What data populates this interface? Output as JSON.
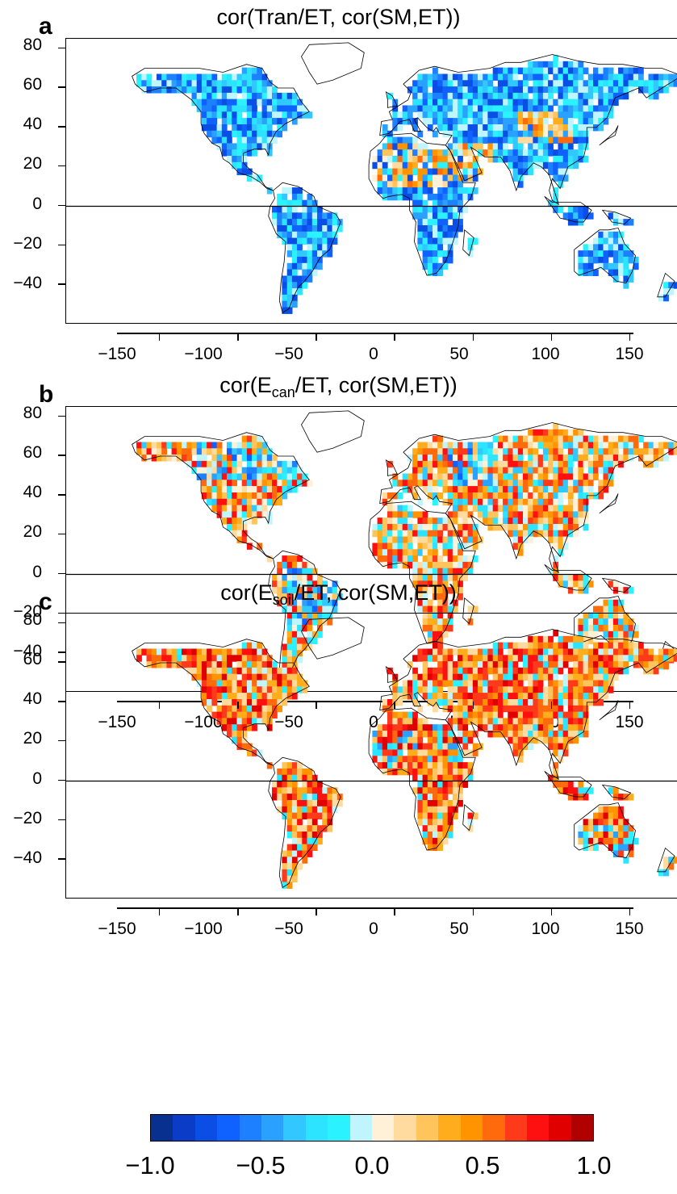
{
  "panels": [
    {
      "letter": "a",
      "title_prefix": "cor(",
      "title_var": "Tran",
      "title_sub": "",
      "title_suffix": "/ET, cor(SM,ET))",
      "theme": "mixed-blue"
    },
    {
      "letter": "b",
      "title_prefix": "cor(",
      "title_var": "E",
      "title_sub": "can",
      "title_suffix": "/ET, cor(SM,ET))",
      "theme": "mixed"
    },
    {
      "letter": "c",
      "title_prefix": "cor(",
      "title_var": "E",
      "title_sub": "soil",
      "title_suffix": "/ET, cor(SM,ET))",
      "theme": "red"
    }
  ],
  "axes": {
    "y_ticks": [
      "80",
      "60",
      "40",
      "20",
      "0",
      "−20",
      "−40"
    ],
    "x_ticks": [
      "−150",
      "−100",
      "−50",
      "0",
      "50",
      "100",
      "150"
    ]
  },
  "colorbar": {
    "labels": [
      "−1.0",
      "−0.5",
      "0.0",
      "0.5",
      "1.0"
    ],
    "colors": [
      "#08308f",
      "#0a3cc8",
      "#0b4ee6",
      "#0f62ff",
      "#1c80ff",
      "#2aa0ff",
      "#30c8ff",
      "#2ce4ff",
      "#2af2ff",
      "#bff5ff",
      "#fff0d8",
      "#ffdba0",
      "#ffc45c",
      "#ffad1c",
      "#ff9400",
      "#ff6b0c",
      "#ff3a1a",
      "#ff1010",
      "#e00000",
      "#b00000"
    ]
  },
  "colors": {
    "blue": "#1b5fe8",
    "cyan": "#36d8f5",
    "orange": "#f5b040",
    "red": "#ef3b1c"
  }
}
